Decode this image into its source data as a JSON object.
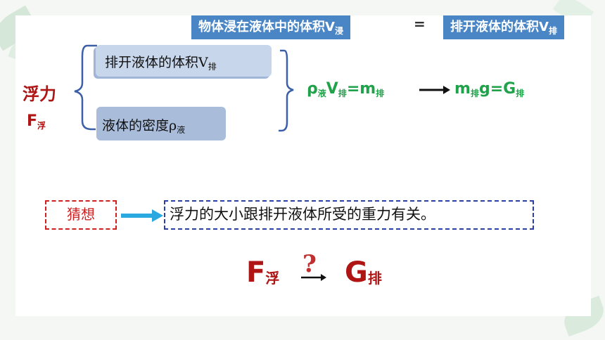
{
  "top": {
    "left_main": "物体浸在液体中的体积V",
    "left_sub": "浸",
    "equals": "=",
    "right_main": "排开液体的体积V",
    "right_sub": "排"
  },
  "buoyancy": {
    "label": "浮力",
    "symbol_main": "F",
    "symbol_sub": "浮"
  },
  "factor1": {
    "main": "排开液体的体积V",
    "sub": "排"
  },
  "factor2": {
    "main": "液体的密度ρ",
    "sub": "液"
  },
  "formula1": {
    "rho": "ρ",
    "rho_sub": "液",
    "v": "V",
    "v_sub": "排",
    "eq": "=m",
    "m_sub": "排"
  },
  "formula2": {
    "m": "m",
    "m_sub": "排",
    "mid": "g=G",
    "g_sub": "排"
  },
  "guess": {
    "label": "猜想",
    "text": "浮力的大小跟排开液体所受的重力有关。"
  },
  "bottom": {
    "f_main": "F",
    "f_sub": "浮",
    "question": "?",
    "g_main": "G",
    "g_sub": "排"
  },
  "colors": {
    "header_bg": "#4a86c6",
    "formula_green": "#1fa24a",
    "title_red": "#b01515",
    "bracket_blue": "#3c5fa8"
  }
}
